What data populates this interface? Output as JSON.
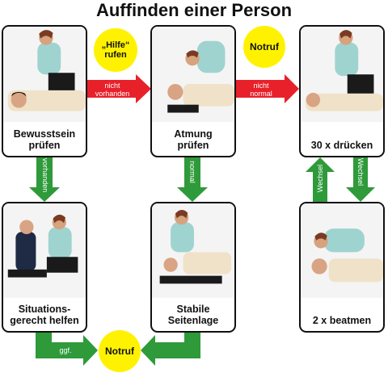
{
  "title": "Auffinden einer Person",
  "steps": {
    "consciousness": "Bewusstsein\nprüfen",
    "breathing": "Atmung\nprüfen",
    "compressions": "30 x drücken",
    "situational": "Situations-\ngerecht helfen",
    "recovery": "Stabile\nSeitenlage",
    "ventilations": "2 x beatmen"
  },
  "circles": {
    "help": "„Hilfe“\nrufen",
    "emergency_top": "Notruf",
    "emergency_bottom": "Notruf"
  },
  "arrows": {
    "not_present": "nicht\nvorhanden",
    "not_normal": "nicht\nnormal",
    "present": "vorhanden",
    "normal": "normal",
    "exchange_up": "Wechsel",
    "exchange_down": "Wechsel",
    "if_necessary": "ggf."
  },
  "colors": {
    "red_arrow": "#e8202a",
    "green_arrow": "#2e9a3a",
    "yellow_circle": "#fff200"
  }
}
